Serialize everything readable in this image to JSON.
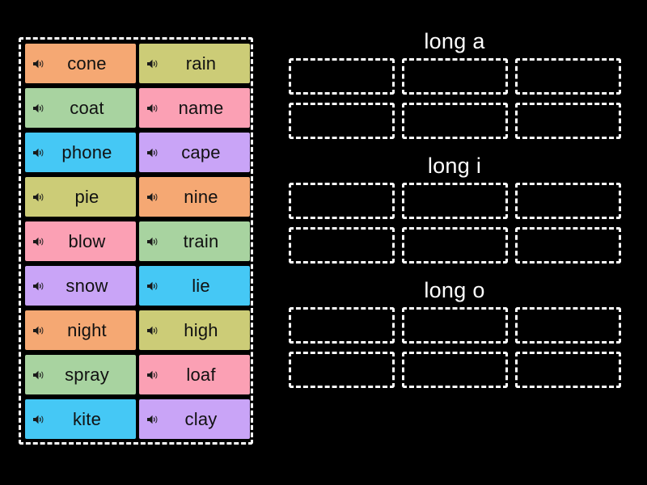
{
  "app": {
    "background_color": "#000000",
    "activity_type": "drag-and-drop word sort"
  },
  "tray": {
    "label": "word-tiles",
    "speaker_icon": "speaker-icon",
    "tiles": [
      {
        "word": "cone",
        "color": "#F5A873"
      },
      {
        "word": "rain",
        "color": "#CCCC77"
      },
      {
        "word": "coat",
        "color": "#A8D3A0"
      },
      {
        "word": "name",
        "color": "#FBA0B4"
      },
      {
        "word": "phone",
        "color": "#45C8F5"
      },
      {
        "word": "cape",
        "color": "#C9A4F7"
      },
      {
        "word": "pie",
        "color": "#CCCC77"
      },
      {
        "word": "nine",
        "color": "#F5A873"
      },
      {
        "word": "blow",
        "color": "#FBA0B4"
      },
      {
        "word": "train",
        "color": "#A8D3A0"
      },
      {
        "word": "snow",
        "color": "#C9A4F7"
      },
      {
        "word": "lie",
        "color": "#45C8F5"
      },
      {
        "word": "night",
        "color": "#F5A873"
      },
      {
        "word": "high",
        "color": "#CCCC77"
      },
      {
        "word": "spray",
        "color": "#A8D3A0"
      },
      {
        "word": "loaf",
        "color": "#FBA0B4"
      },
      {
        "word": "kite",
        "color": "#45C8F5"
      },
      {
        "word": "clay",
        "color": "#C9A4F7"
      }
    ]
  },
  "categories": [
    {
      "title": "long a",
      "slot_count": 6,
      "slots": [
        "",
        "",
        "",
        "",
        "",
        ""
      ]
    },
    {
      "title": "long i",
      "slot_count": 6,
      "slots": [
        "",
        "",
        "",
        "",
        "",
        ""
      ]
    },
    {
      "title": "long o",
      "slot_count": 6,
      "slots": [
        "",
        "",
        "",
        "",
        "",
        ""
      ]
    }
  ],
  "colors": {
    "background": "#000000",
    "border": "#ffffff",
    "text_on_tile": "#111111",
    "title_text": "#ffffff"
  }
}
